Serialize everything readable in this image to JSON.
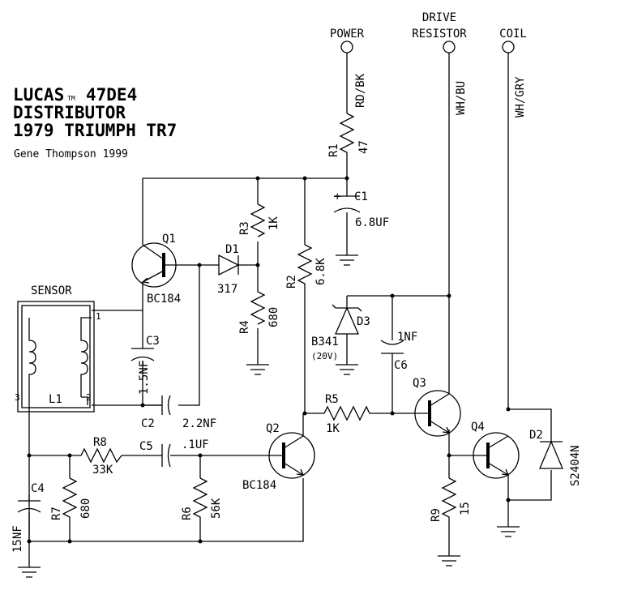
{
  "title": {
    "line1": "LUCAS",
    "tm": "TM",
    "model": "47DE4",
    "line2": "DISTRIBUTOR",
    "line3": "1979 TRIUMPH TR7",
    "author": "Gene Thompson 1999"
  },
  "terminals": {
    "power": "POWER",
    "drive1": "DRIVE",
    "drive2": "RESISTOR",
    "coil": "COIL"
  },
  "wires": {
    "power": "RD/BK",
    "drive": "WH/BU",
    "coil": "WH/GRY"
  },
  "sensor": {
    "label": "SENSOR",
    "inductor": "L1",
    "pin1": "1",
    "pin2": "2",
    "pin3": "3"
  },
  "components": {
    "r1": {
      "ref": "R1",
      "value": "47"
    },
    "c1": {
      "ref": "C1",
      "value": "6.8UF",
      "polarity": "+"
    },
    "r3": {
      "ref": "R3",
      "value": "1K"
    },
    "r2": {
      "ref": "R2",
      "value": "6.8K"
    },
    "q1": {
      "ref": "Q1",
      "part": "BC184"
    },
    "d1": {
      "ref": "D1",
      "value": "317"
    },
    "r4": {
      "ref": "R4",
      "value": "680"
    },
    "c3": {
      "ref": "C3",
      "value": "1.5NF"
    },
    "c2": {
      "ref": "C2",
      "value": "2.2NF"
    },
    "d3": {
      "ref": "D3",
      "part": "B341",
      "volt": "(20V)"
    },
    "c6": {
      "ref": "C6",
      "value": "1NF"
    },
    "r5": {
      "ref": "R5",
      "value": "1K"
    },
    "q3": {
      "ref": "Q3"
    },
    "q2": {
      "ref": "Q2",
      "part": "BC184"
    },
    "r8": {
      "ref": "R8",
      "value": "33K"
    },
    "c5": {
      "ref": "C5",
      "value": ".1UF"
    },
    "c4": {
      "ref": "C4",
      "value": "15NF"
    },
    "r7": {
      "ref": "R7",
      "value": "680"
    },
    "r6": {
      "ref": "R6",
      "value": "56K"
    },
    "q4": {
      "ref": "Q4"
    },
    "d2": {
      "ref": "D2",
      "part": "S2404N"
    },
    "r9": {
      "ref": "R9",
      "value": "15"
    }
  }
}
